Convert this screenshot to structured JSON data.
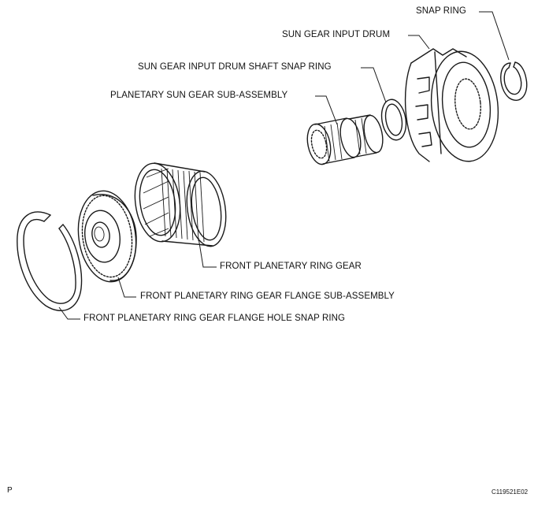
{
  "diagram": {
    "labels": {
      "snap_ring": "SNAP RING",
      "sun_gear_input_drum": "SUN GEAR INPUT DRUM",
      "sun_gear_input_drum_shaft_snap_ring": "SUN GEAR INPUT DRUM SHAFT SNAP RING",
      "planetary_sun_gear_sub_assembly": "PLANETARY SUN GEAR SUB-ASSEMBLY",
      "front_planetary_ring_gear": "FRONT PLANETARY RING GEAR",
      "front_planetary_ring_gear_flange_sub_assembly": "FRONT PLANETARY RING GEAR FLANGE SUB-ASSEMBLY",
      "front_planetary_ring_gear_flange_hole_snap_ring": "FRONT PLANETARY RING GEAR FLANGE HOLE SNAP RING"
    },
    "footer": {
      "left_code": "P",
      "figure_id": "C119521E02"
    }
  }
}
